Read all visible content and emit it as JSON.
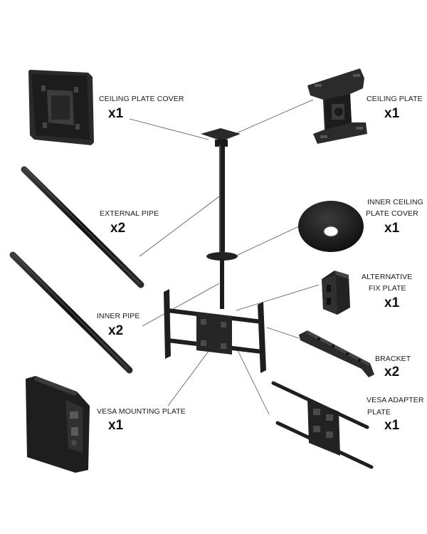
{
  "colors": {
    "part": "#1f1f1f",
    "part_light": "#3a3a3a",
    "leader": "#555555",
    "text": "#1a1a1a"
  },
  "parts": {
    "ceiling_plate_cover": {
      "label": "CEILING PLATE COVER",
      "qty": "x1"
    },
    "ceiling_plate": {
      "label": "CEILING PLATE",
      "qty": "x1"
    },
    "external_pipe": {
      "label": "EXTERNAL PIPE",
      "qty": "x2"
    },
    "inner_ceiling_cover": {
      "label_line1": "INNER CEILING",
      "label_line2": "PLATE COVER",
      "qty": "x1"
    },
    "alternative_fix_plate": {
      "label_line1": "ALTERNATIVE",
      "label_line2": "FIX PLATE",
      "qty": "x1"
    },
    "inner_pipe": {
      "label": "INNER PIPE",
      "qty": "x2"
    },
    "bracket": {
      "label": "BRACKET",
      "qty": "x2"
    },
    "vesa_mounting_plate": {
      "label": "VESA MOUNTING PLATE",
      "qty": "x1"
    },
    "vesa_adapter_plate": {
      "label_line1": "VESA ADAPTER",
      "label_line2": "PLATE",
      "qty": "x1"
    }
  }
}
